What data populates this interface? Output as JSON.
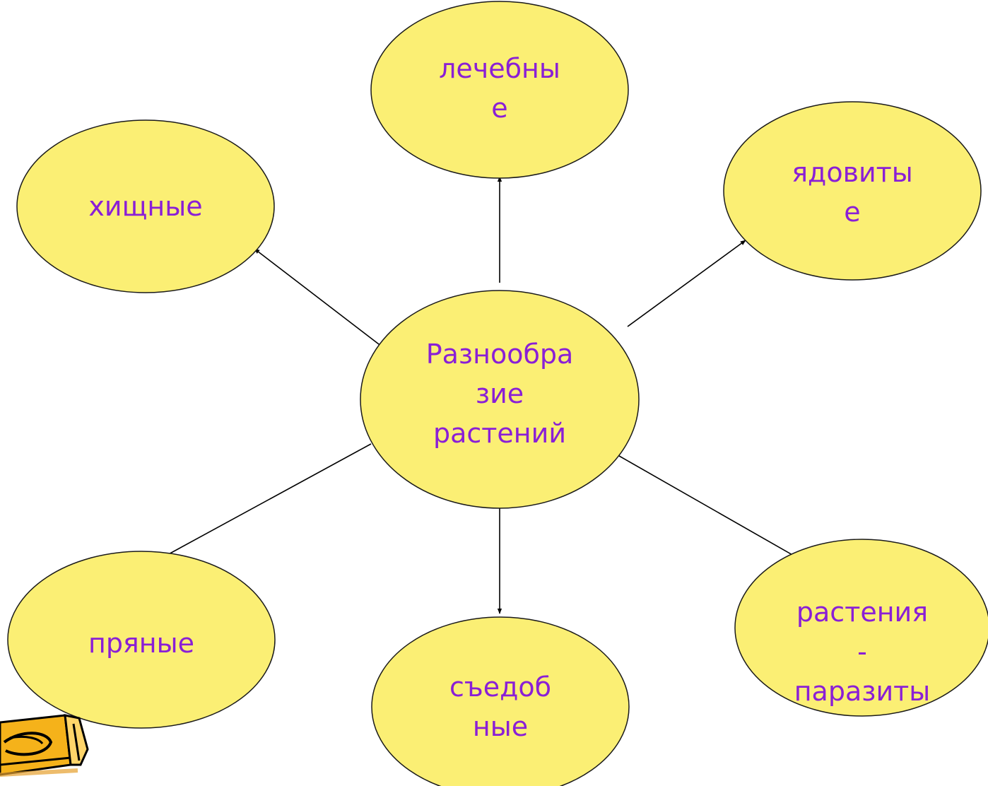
{
  "diagram": {
    "center": {
      "label": "Разнообра\nзие\nрастений"
    },
    "nodes": {
      "medicinal": {
        "label": "лечебны\nе"
      },
      "predatory": {
        "label": "хищные"
      },
      "poisonous": {
        "label": "ядовиты\nе"
      },
      "spicy": {
        "label": "пряные"
      },
      "edible": {
        "label": "съедоб\nные"
      },
      "parasitic": {
        "label": "растения\n-\nпаразиты"
      }
    },
    "colors": {
      "node_fill": "#fbef74",
      "node_stroke": "#1a1a1a",
      "text": "#8a1fd6",
      "arrow": "#000000"
    }
  },
  "decor": {
    "pencil_icon": "pencil-icon"
  }
}
